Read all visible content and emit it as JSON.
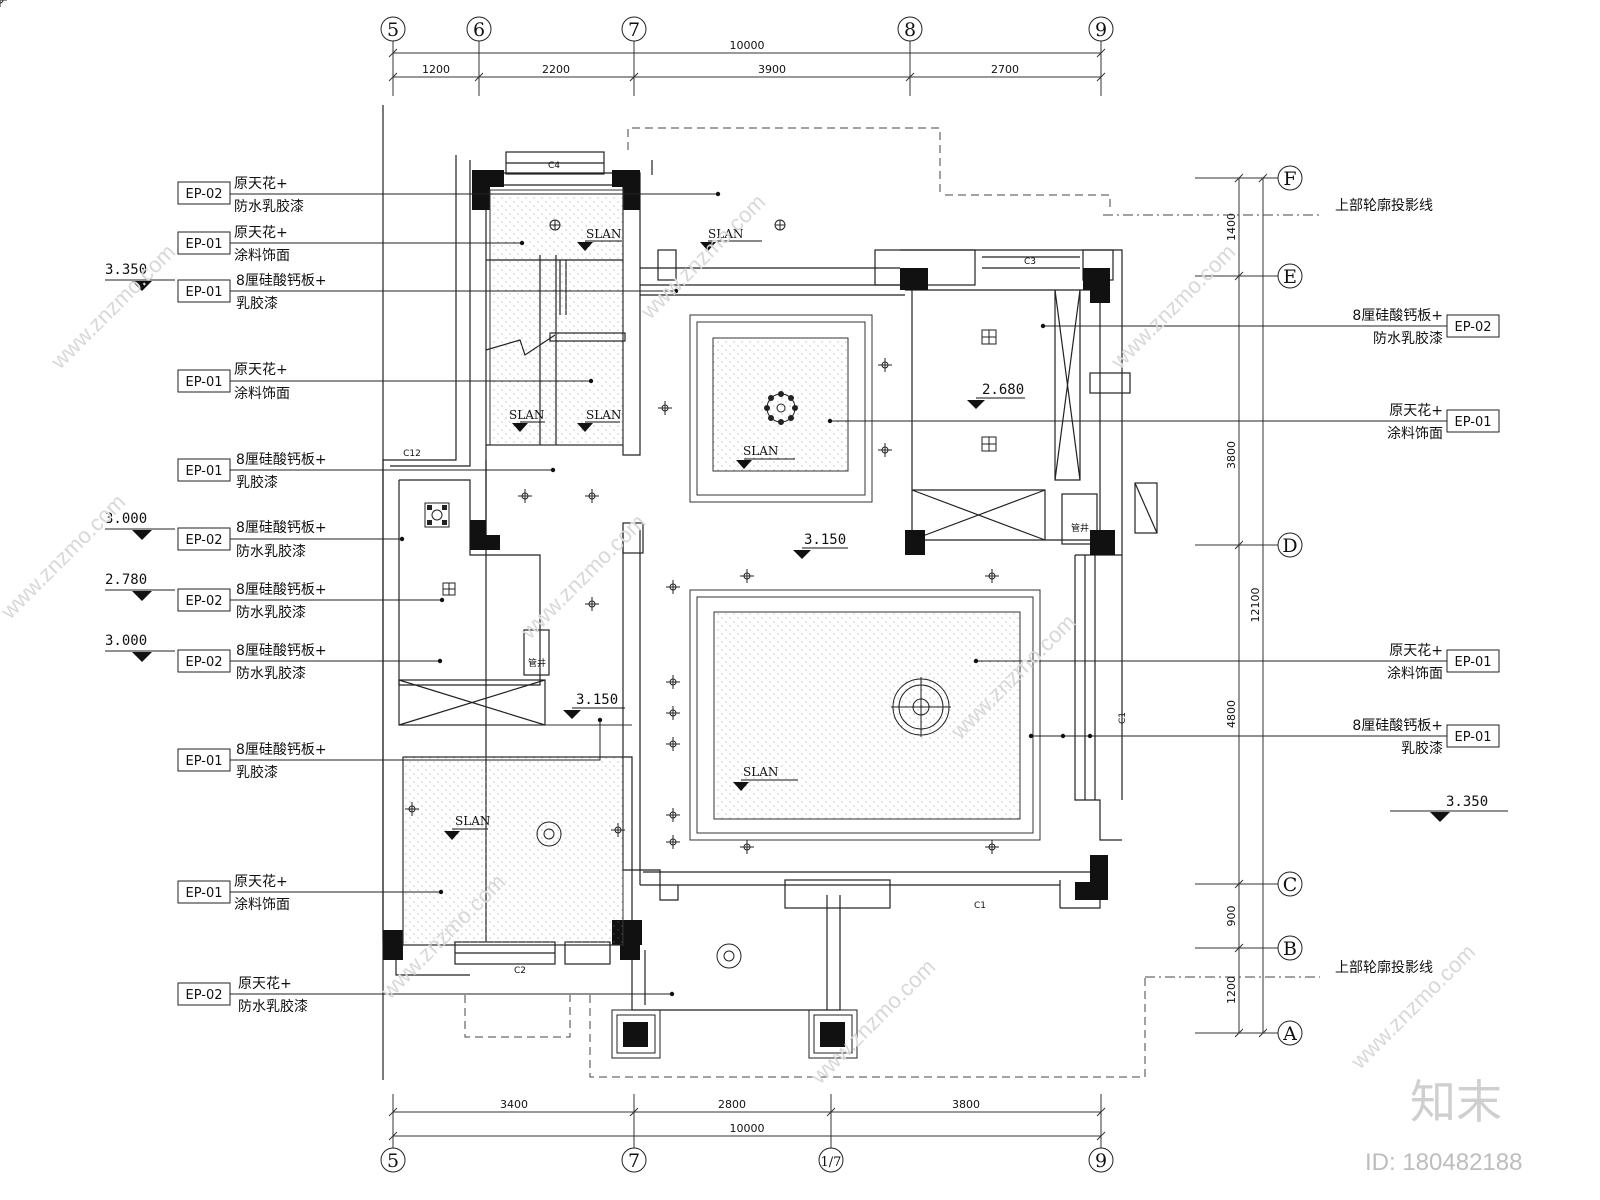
{
  "grid_top": {
    "axes": [
      "5",
      "6",
      "7",
      "8",
      "9"
    ],
    "total": "10000",
    "spans": [
      "1200",
      "2200",
      "3900",
      "2700"
    ]
  },
  "grid_bottom": {
    "axes": [
      "5",
      "7",
      "1/7",
      "9"
    ],
    "total": "10000",
    "spans": [
      "3400",
      "2800",
      "3800"
    ]
  },
  "grid_right": {
    "axes": [
      "F",
      "E",
      "D",
      "C",
      "B",
      "A"
    ],
    "total": "12100",
    "spans": [
      "1400",
      "3800",
      "4800",
      "900",
      "1200"
    ]
  },
  "windows": [
    "C4",
    "C3",
    "C12",
    "C2",
    "C1",
    "C1"
  ],
  "left_callouts": [
    {
      "code": "EP-02",
      "l1": "原天花+",
      "l2": "防水乳胶漆",
      "level": ""
    },
    {
      "code": "EP-01",
      "l1": "原天花+",
      "l2": "涂料饰面",
      "level": ""
    },
    {
      "code": "EP-01",
      "l1": "8厘硅酸钙板+",
      "l2": "乳胶漆",
      "level": "3.350"
    },
    {
      "code": "EP-01",
      "l1": "原天花+",
      "l2": "涂料饰面",
      "level": ""
    },
    {
      "code": "EP-01",
      "l1": "8厘硅酸钙板+",
      "l2": "乳胶漆",
      "level": ""
    },
    {
      "code": "EP-02",
      "l1": "8厘硅酸钙板+",
      "l2": "防水乳胶漆",
      "level": "3.000"
    },
    {
      "code": "EP-02",
      "l1": "8厘硅酸钙板+",
      "l2": "防水乳胶漆",
      "level": "2.780"
    },
    {
      "code": "EP-02",
      "l1": "8厘硅酸钙板+",
      "l2": "防水乳胶漆",
      "level": "3.000"
    },
    {
      "code": "EP-01",
      "l1": "8厘硅酸钙板+",
      "l2": "乳胶漆",
      "level": ""
    },
    {
      "code": "EP-01",
      "l1": "原天花+",
      "l2": "涂料饰面",
      "level": ""
    },
    {
      "code": "EP-02",
      "l1": "原天花+",
      "l2": "防水乳胶漆",
      "level": ""
    }
  ],
  "right_callouts": [
    {
      "code": "EP-02",
      "l1": "8厘硅酸钙板+",
      "l2": "防水乳胶漆"
    },
    {
      "code": "EP-01",
      "l1": "原天花+",
      "l2": "涂料饰面"
    },
    {
      "code": "EP-01",
      "l1": "原天花+",
      "l2": "涂料饰面"
    },
    {
      "code": "EP-01",
      "l1": "8厘硅酸钙板+",
      "l2": "乳胶漆"
    }
  ],
  "right_level": "3.350",
  "projection_label": "上部轮廓投影线",
  "plan_levels": [
    "2.680",
    "3.150",
    "3.150"
  ],
  "slan": "SLAN",
  "pipe_shaft": "管井",
  "watermark": {
    "site": "www.znzmo.com",
    "brand": "知末",
    "id": "ID: 180482188"
  }
}
